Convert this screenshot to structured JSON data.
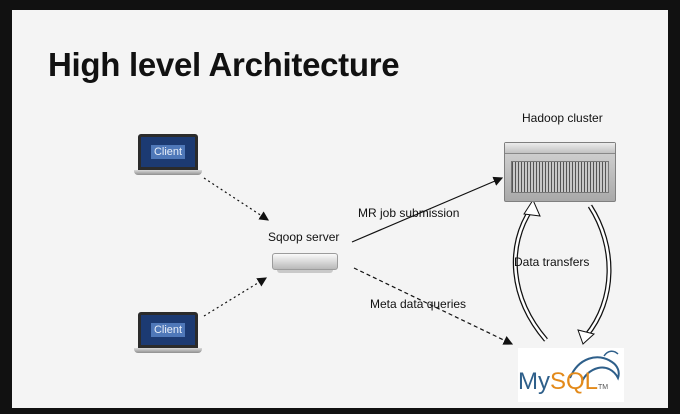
{
  "title": "High level Architecture",
  "nodes": {
    "client_top": "Client",
    "client_bottom": "Client",
    "sqoop_server": "Sqoop server",
    "hadoop_cluster": "Hadoop cluster",
    "mysql_my": "My",
    "mysql_sql": "SQL",
    "mysql_tm": "TM"
  },
  "edges": {
    "mr_job": "MR job submission",
    "meta_data": "Meta data queries",
    "data_transfers": "Data transfers"
  },
  "colors": {
    "mysql_blue": "#2e5f8a",
    "mysql_orange": "#e38a1a",
    "client_screen": "#1c3a72"
  }
}
